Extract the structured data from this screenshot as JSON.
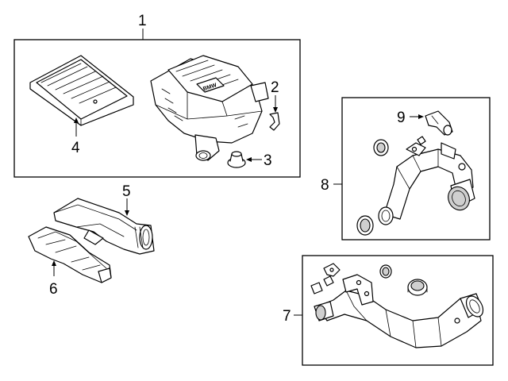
{
  "callouts": {
    "c1": "1",
    "c2": "2",
    "c3": "3",
    "c4": "4",
    "c5": "5",
    "c6": "6",
    "c7": "7",
    "c8": "8",
    "c9": "9"
  },
  "logo_text": "BMW"
}
